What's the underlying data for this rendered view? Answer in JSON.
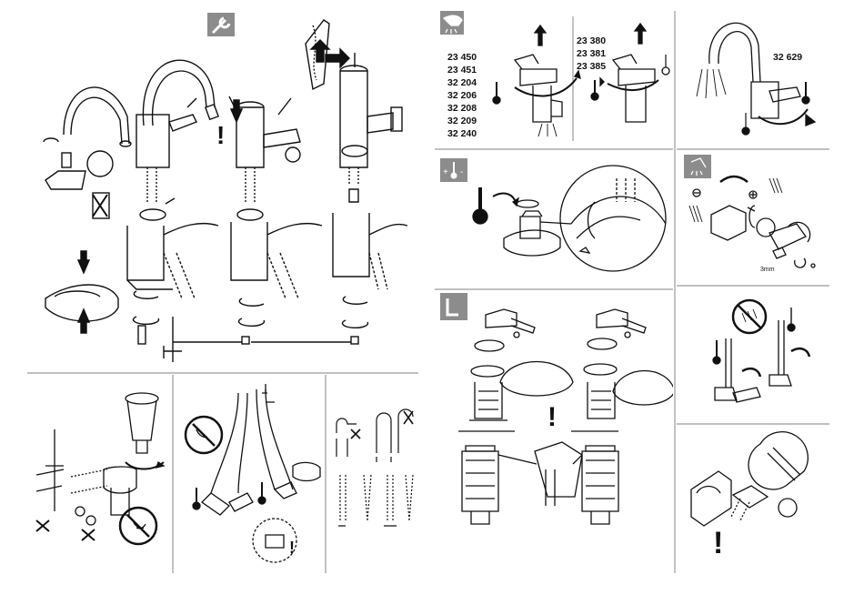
{
  "page": {
    "title": "",
    "background": "#ffffff",
    "line_color": "#111111",
    "divider_color": "#9a9a9a",
    "icon_tile_color": "#8c8c8c"
  },
  "panels": {
    "bidet_variants": {
      "group_a": [
        "23 450",
        "23 451",
        "32 204",
        "32 206",
        "32 208",
        "32 209",
        "32 240"
      ],
      "group_b": [
        "23 380",
        "23 381",
        "23 385"
      ]
    },
    "kitchen": {
      "model": "32 629"
    },
    "cartridge_service": {
      "hex_size": "3mm"
    },
    "warnings": {
      "excl": "!"
    },
    "temp_limiter": {
      "plus": "+",
      "minus": "-"
    }
  },
  "icons": [
    "wrench-icon",
    "hex-key-icon",
    "water-spray-icon",
    "thermometer-icon",
    "no-water-icon",
    "warning-icon"
  ]
}
